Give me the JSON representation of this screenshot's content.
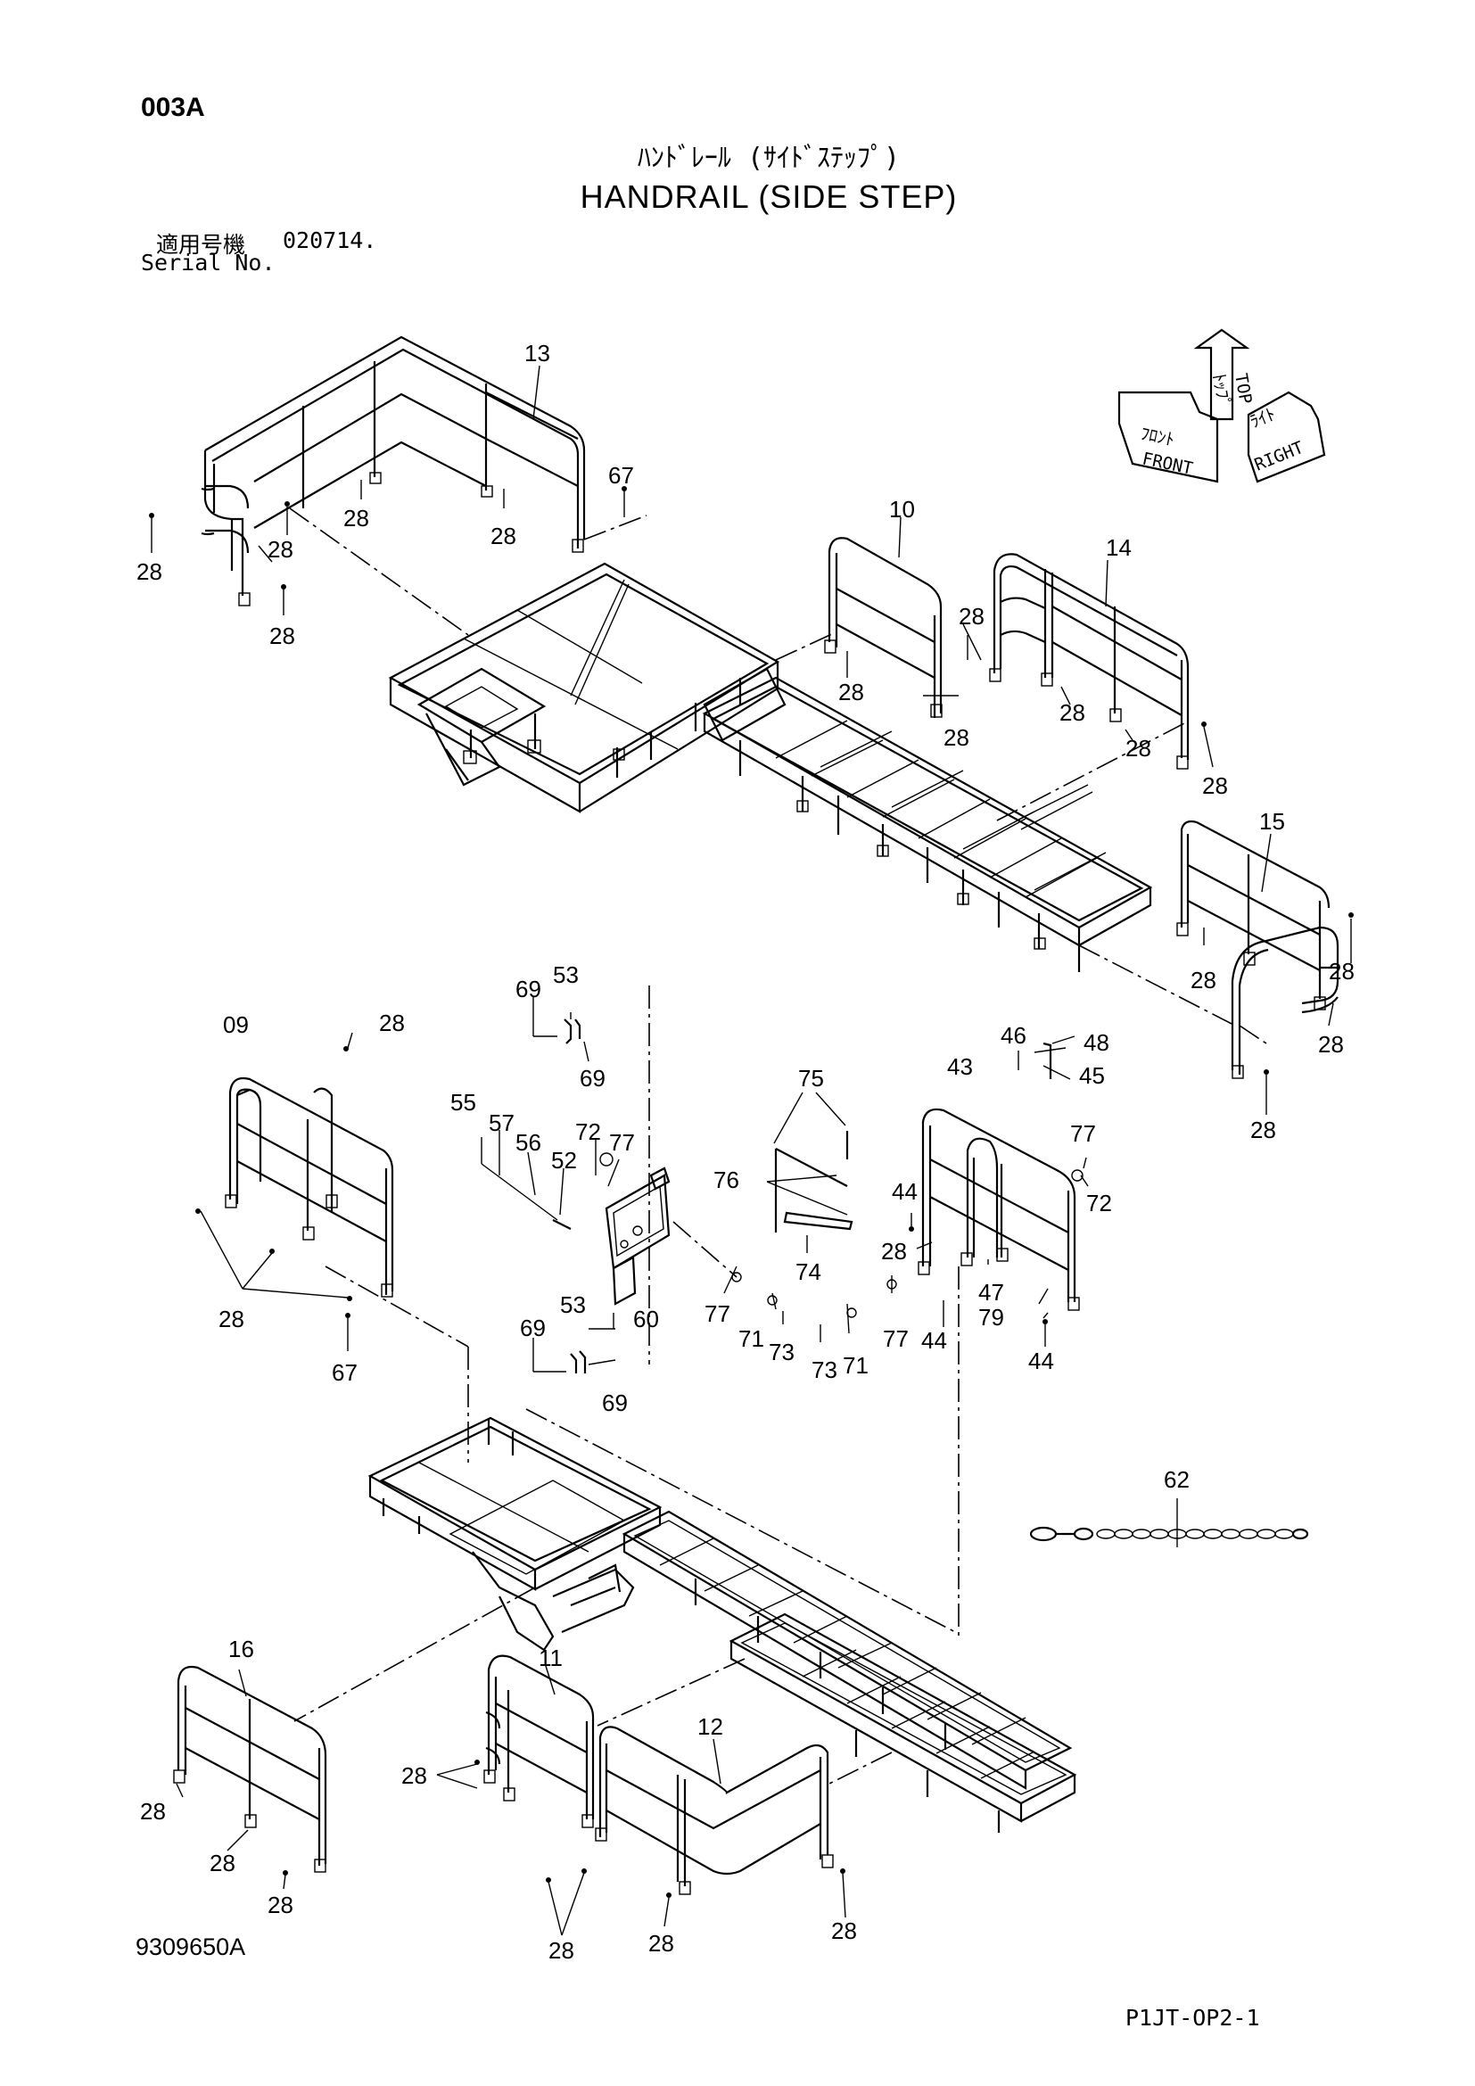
{
  "header": {
    "page_code": "003A",
    "title_jp": "ﾊﾝﾄﾞﾚｰﾙ (ｻｲﾄﾞｽﾃｯﾌﾟ)",
    "title_en": "HANDRAIL (SIDE STEP)",
    "serial_label_jp": "適用号機",
    "serial_value": "020714.",
    "serial_label_en": "Serial No."
  },
  "footer": {
    "drawing_number": "9309650A",
    "page_reference": "P1JT-OP2-1"
  },
  "compass": {
    "front_jp": "ﾌﾛﾝﾄ",
    "front": "FRONT",
    "top_jp": "ﾄｯﾌﾟ",
    "top": "TOP",
    "right_jp": "ﾗｲﾄ",
    "right": "RIGHT"
  },
  "callouts": {
    "c13": "13",
    "c67a": "67",
    "c28a": "28",
    "c28b": "28",
    "c28c": "28",
    "c28d": "28",
    "c28e": "28",
    "c10": "10",
    "c14": "14",
    "c28f": "28",
    "c28g": "28",
    "c28h": "28",
    "c28i": "28",
    "c28j": "28",
    "c28k": "28",
    "c15": "15",
    "c28l": "28",
    "c28m": "28",
    "c28n": "28",
    "c28o": "28",
    "c09": "09",
    "c28p": "28",
    "c28q": "28",
    "c67b": "67",
    "c69a": "69",
    "c53a": "53",
    "c69b": "69",
    "c55": "55",
    "c57": "57",
    "c56": "56",
    "c52": "52",
    "c72a": "72",
    "c77a": "77",
    "c60": "60",
    "c69c": "69",
    "c53b": "53",
    "c69d": "69",
    "c75": "75",
    "c76": "76",
    "c74": "74",
    "c77b": "77",
    "c71a": "71",
    "c73a": "73",
    "c73b": "73",
    "c71b": "71",
    "c46": "46",
    "c48": "48",
    "c45": "45",
    "c43": "43",
    "c77c": "77",
    "c72b": "72",
    "c44a": "44",
    "c28r": "28",
    "c77d": "77",
    "c44b": "44",
    "c47": "47",
    "c79": "79",
    "c44c": "44",
    "c62": "62",
    "c16": "16",
    "c28s": "28",
    "c28t": "28",
    "c28u": "28",
    "c11": "11",
    "c28v": "28",
    "c12": "12",
    "c28w": "28",
    "c28x": "28",
    "c28y": "28"
  }
}
